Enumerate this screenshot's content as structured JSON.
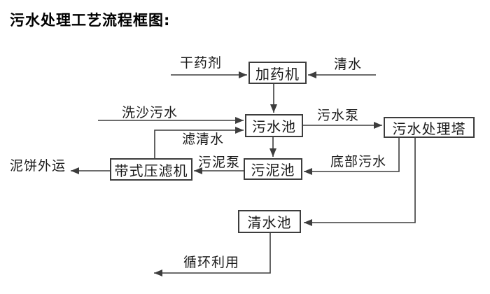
{
  "title": "污水处理工艺流程框图:",
  "colors": {
    "background": "#ffffff",
    "line": "#3d3d3d",
    "box_border": "#3d3d3d",
    "text": "#1a1a1a"
  },
  "nodes": [
    {
      "id": "dosing-machine",
      "label": "加药机"
    },
    {
      "id": "sewage-pool",
      "label": "污水池"
    },
    {
      "id": "treatment-tower",
      "label": "污水处理塔"
    },
    {
      "id": "sludge-pool",
      "label": "污泥池"
    },
    {
      "id": "belt-filter-press",
      "label": "带式压滤机"
    },
    {
      "id": "clean-water-pool",
      "label": "清水池"
    }
  ],
  "edge_labels": [
    {
      "id": "dry-agent",
      "label": "干药剂"
    },
    {
      "id": "clean-water",
      "label": "清水"
    },
    {
      "id": "sand-washing-sewage",
      "label": "洗沙污水"
    },
    {
      "id": "sewage-pump",
      "label": "污水泵"
    },
    {
      "id": "filtered-water",
      "label": "滤清水"
    },
    {
      "id": "sludge-pump",
      "label": "污泥泵"
    },
    {
      "id": "bottom-sewage",
      "label": "底部污水"
    },
    {
      "id": "mud-cake-out",
      "label": "泥饼外运"
    },
    {
      "id": "recycle-use",
      "label": "循环利用"
    }
  ]
}
